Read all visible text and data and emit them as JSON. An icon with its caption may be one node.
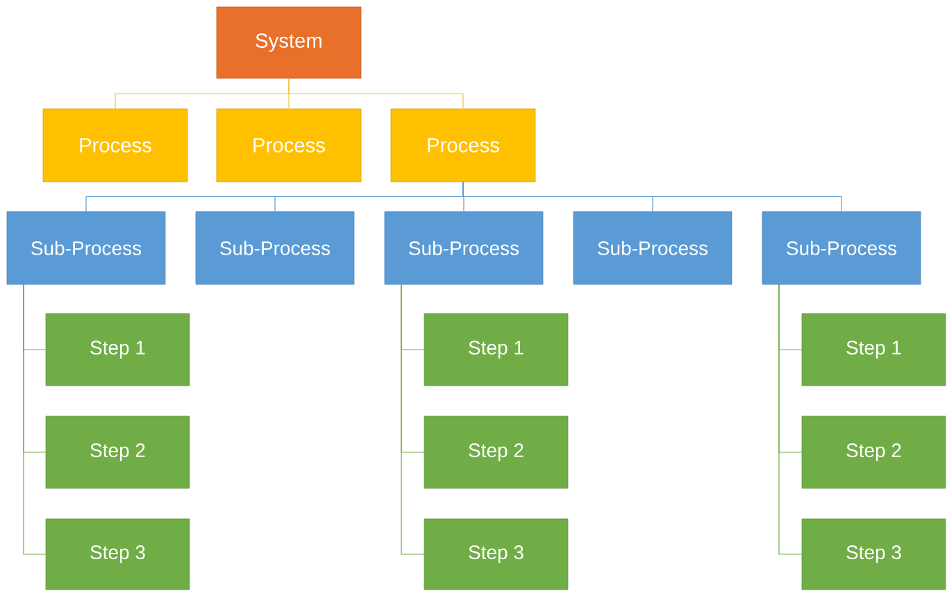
{
  "diagram": {
    "nodes": [
      {
        "text": [
          "System"
        ]
      },
      {
        "text": [
          "Process"
        ]
      },
      {
        "text": [
          "Process"
        ]
      },
      {
        "text": [
          "Process"
        ]
      },
      {
        "text": [
          "Sub-Process"
        ]
      },
      {
        "text": [
          "Sub-Process"
        ]
      },
      {
        "text": [
          "Sub-Process"
        ]
      },
      {
        "text": [
          "Sub-Process"
        ]
      },
      {
        "text": [
          "Sub-Process"
        ]
      },
      {
        "text": [
          "Step 1"
        ]
      },
      {
        "text": [
          "Step 2"
        ]
      },
      {
        "text": [
          "Step 3"
        ]
      },
      {
        "text": [
          "Step 1"
        ]
      },
      {
        "text": [
          "Step 2"
        ]
      },
      {
        "text": [
          "Step 3"
        ]
      },
      {
        "text": [
          "Step 1"
        ]
      },
      {
        "text": [
          "Step 2"
        ]
      },
      {
        "text": [
          "Step 3"
        ]
      }
    ],
    "edges": [
      {
        "from": 0,
        "to": 1,
        "arrow": "none",
        "color": "#f5c242"
      },
      {
        "from": 0,
        "to": 2,
        "arrow": "none",
        "color": "#f5c242"
      },
      {
        "from": 0,
        "to": 3,
        "arrow": "none",
        "color": "#f5c242"
      },
      {
        "from": 3,
        "to": 4,
        "arrow": "none",
        "color": "#5b9bd5"
      },
      {
        "from": 3,
        "to": 5,
        "arrow": "none",
        "color": "#5b9bd5"
      },
      {
        "from": 3,
        "to": 6,
        "arrow": "none",
        "color": "#5b9bd5"
      },
      {
        "from": 3,
        "to": 7,
        "arrow": "none",
        "color": "#5b9bd5"
      },
      {
        "from": 3,
        "to": 8,
        "arrow": "none",
        "color": "#5b9bd5"
      },
      {
        "from": 4,
        "to": 9,
        "arrow": "none"
      },
      {
        "from": 4,
        "to": 10,
        "arrow": "none"
      },
      {
        "from": 4,
        "to": 11,
        "arrow": "none"
      },
      {
        "from": 6,
        "to": 12,
        "arrow": "none"
      },
      {
        "from": 6,
        "to": 13,
        "arrow": "none"
      },
      {
        "from": 6,
        "to": 14,
        "arrow": "none"
      },
      {
        "from": 8,
        "to": 15,
        "arrow": "none"
      },
      {
        "from": 8,
        "to": 16,
        "arrow": "none"
      },
      {
        "from": 8,
        "to": 17,
        "arrow": "none"
      }
    ]
  }
}
